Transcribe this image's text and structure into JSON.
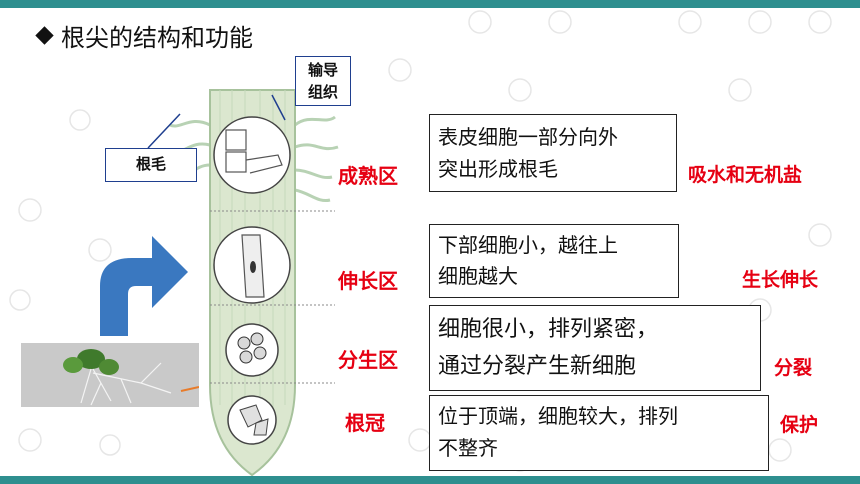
{
  "title": "根尖的结构和功能",
  "labels": {
    "vascular_tissue": "输导\n组织",
    "root_hair": "根毛"
  },
  "zones": [
    {
      "name": "成熟区",
      "desc": "表皮细胞一部分向外突出形成根毛",
      "desc_lines": [
        "表皮细胞一部分向外",
        "突出形成根毛"
      ],
      "function": "吸水和无机盐"
    },
    {
      "name": "伸长区",
      "desc": "下部细胞小，越往上细胞越大",
      "desc_lines": [
        "下部细胞小，越往上",
        "细胞越大"
      ],
      "function": "生长伸长"
    },
    {
      "name": "分生区",
      "desc": "细胞很小，排列紧密，通过分裂产生新细胞",
      "desc_lines": [
        "细胞很小，排列紧密，",
        "通过分裂产生新细胞"
      ],
      "function": "分裂"
    },
    {
      "name": "根冠",
      "desc": "位于顶端，细胞较大，排列不整齐",
      "desc_lines": [
        "位于顶端，细胞较大，排列",
        "不整齐"
      ],
      "function": "保护"
    }
  ],
  "colors": {
    "accent": "#e60012",
    "teal": "#2e8f8f",
    "arrow": "#3a78c0",
    "box_border": "#1f3f8f"
  }
}
